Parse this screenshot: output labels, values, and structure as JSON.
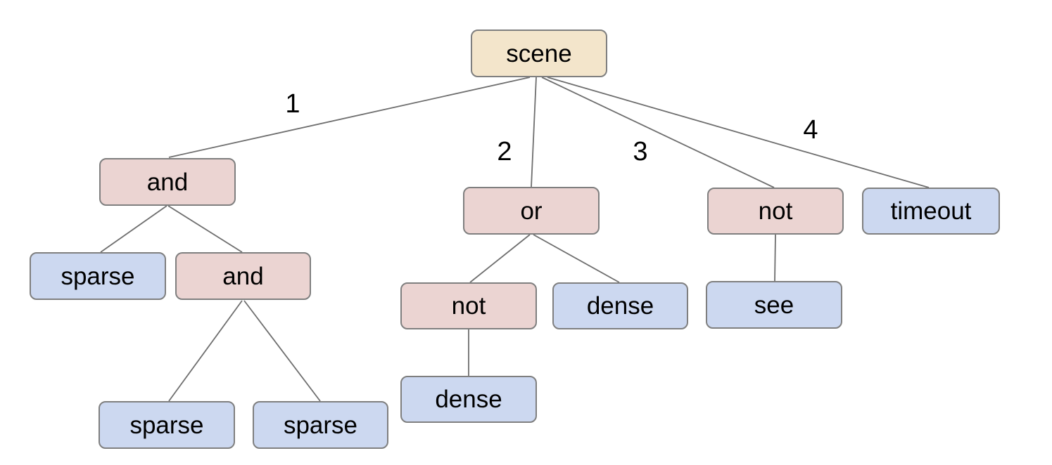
{
  "diagram": {
    "type": "tree",
    "colors": {
      "background": "#ffffff",
      "root_fill": "#f3e5cb",
      "operator_fill": "#ebd4d2",
      "leaf_fill": "#ccd8f0",
      "border": "#7f7f7f",
      "edge": "#6e6e6e",
      "text": "#000000"
    },
    "nodes": [
      {
        "id": "scene",
        "label": "scene",
        "kind": "root",
        "parent": null
      },
      {
        "id": "and-1",
        "label": "and",
        "kind": "operator",
        "parent": "scene",
        "edge_label": "1"
      },
      {
        "id": "or",
        "label": "or",
        "kind": "operator",
        "parent": "scene",
        "edge_label": "2"
      },
      {
        "id": "not-1",
        "label": "not",
        "kind": "operator",
        "parent": "scene",
        "edge_label": "3"
      },
      {
        "id": "timeout",
        "label": "timeout",
        "kind": "leaf",
        "parent": "scene",
        "edge_label": "4"
      },
      {
        "id": "sparse-1",
        "label": "sparse",
        "kind": "leaf",
        "parent": "and-1"
      },
      {
        "id": "and-2",
        "label": "and",
        "kind": "operator",
        "parent": "and-1"
      },
      {
        "id": "not-2",
        "label": "not",
        "kind": "operator",
        "parent": "or"
      },
      {
        "id": "dense-1",
        "label": "dense",
        "kind": "leaf",
        "parent": "or"
      },
      {
        "id": "see",
        "label": "see",
        "kind": "leaf",
        "parent": "not-1"
      },
      {
        "id": "dense-2",
        "label": "dense",
        "kind": "leaf",
        "parent": "not-2"
      },
      {
        "id": "sparse-2",
        "label": "sparse",
        "kind": "leaf",
        "parent": "and-2"
      },
      {
        "id": "sparse-3",
        "label": "sparse",
        "kind": "leaf",
        "parent": "and-2"
      }
    ]
  }
}
